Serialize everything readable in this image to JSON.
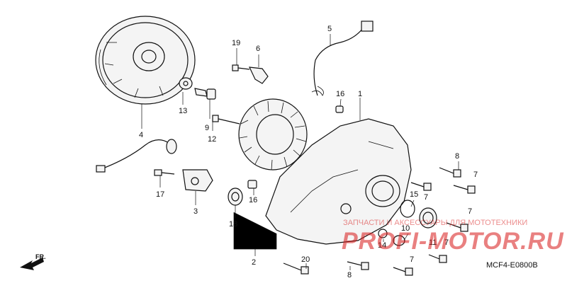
{
  "diagram_code": "MCF4-E0800B",
  "direction_label": "FR.",
  "watermark": {
    "logo": "PROFI-MOTOR.RU",
    "subtitle": "ЗАПЧАСТИ И АКСЕССУАРЫ ДЛЯ МОТОТЕХНИКИ"
  },
  "callouts": {
    "c1": "1",
    "c2": "2",
    "c3": "3",
    "c4": "4",
    "c5": "5",
    "c6": "6",
    "c7a": "7",
    "c7b": "7",
    "c7c": "7",
    "c7d": "7",
    "c7e": "7",
    "c8a": "8",
    "c8b": "8",
    "c9": "9",
    "c10": "10",
    "c11": "11",
    "c12": "12",
    "c13": "13",
    "c14": "14",
    "c15": "15",
    "c16a": "16",
    "c16b": "16",
    "c17": "17",
    "c18": "18",
    "c19": "19",
    "c20": "20"
  }
}
